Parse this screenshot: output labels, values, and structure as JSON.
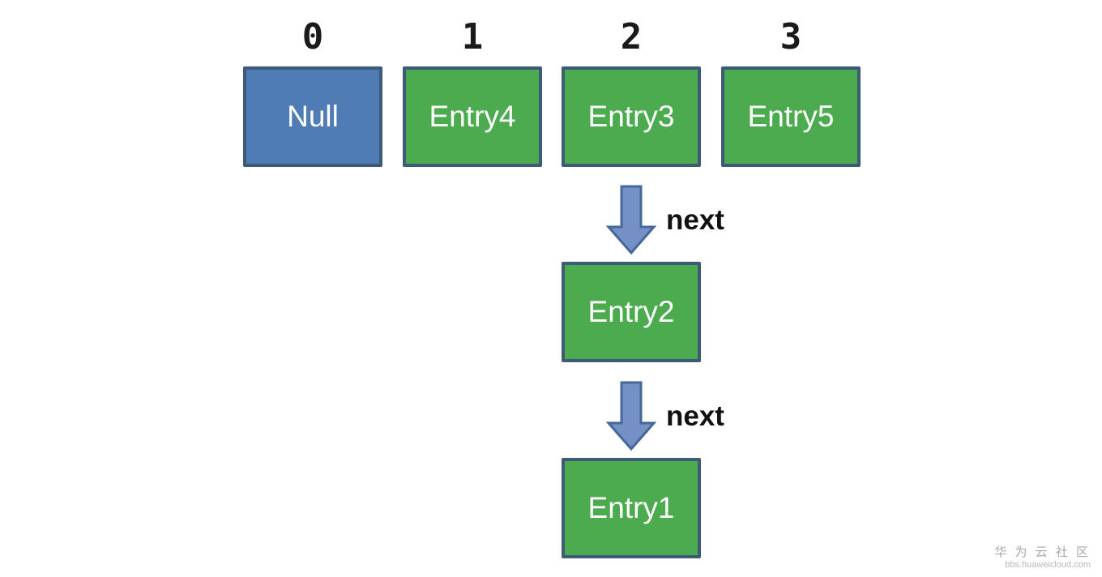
{
  "diagram": {
    "title_semantics": "hash-bucket-linked-list",
    "indices": [
      "0",
      "1",
      "2",
      "3"
    ],
    "buckets": [
      {
        "label": "Null",
        "type": "null"
      },
      {
        "label": "Entry4",
        "type": "entry"
      },
      {
        "label": "Entry3",
        "type": "entry"
      },
      {
        "label": "Entry5",
        "type": "entry"
      }
    ],
    "chain": [
      {
        "arrow_label": "next",
        "node_label": "Entry2"
      },
      {
        "arrow_label": "next",
        "node_label": "Entry1"
      }
    ],
    "colors": {
      "null_fill": "#4f7cb5",
      "entry_fill": "#4caa4f",
      "box_border": "#3d5a78",
      "arrow_fill": "#7490c5",
      "arrow_border": "#44679c",
      "index_text": "#1a1a1a",
      "box_text": "#ffffff"
    }
  },
  "watermark": {
    "line1": "华 为 云 社 区",
    "line2": "bbs.huaweicloud.com"
  }
}
